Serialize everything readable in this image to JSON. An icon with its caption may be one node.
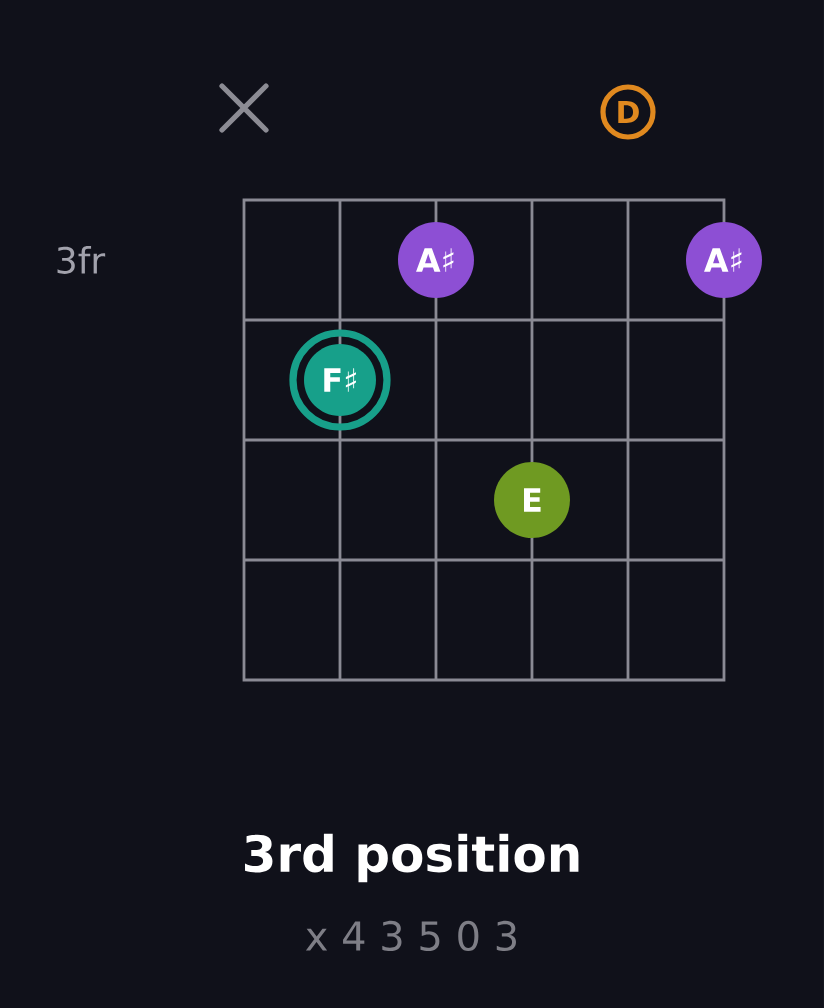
{
  "diagram": {
    "title": "3rd position",
    "nodes": [
      {
        "text": [
          "D"
        ]
      },
      {
        "text": [
          "A♯"
        ]
      },
      {
        "text": [
          "A♯"
        ]
      },
      {
        "text": [
          "F♯"
        ]
      },
      {
        "text": [
          "E"
        ]
      }
    ],
    "labels": [
      "3fr",
      "x 4 3 5 0 3"
    ]
  }
}
